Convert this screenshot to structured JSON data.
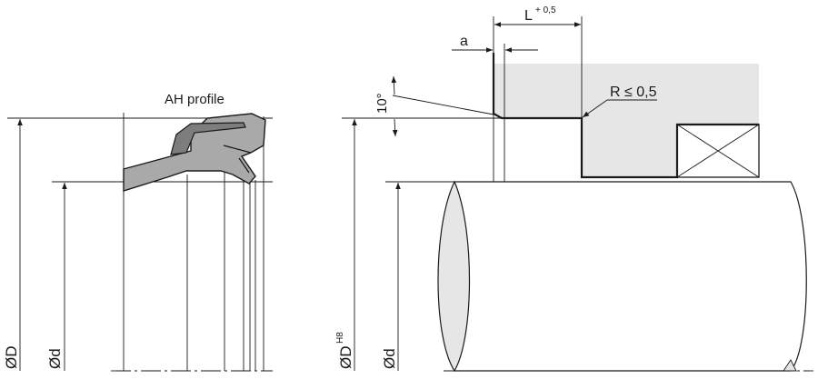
{
  "left_view": {
    "profile_label": "AH profile",
    "dim_outer": "ØD",
    "dim_inner": "Ød"
  },
  "right_view": {
    "dim_L": "L",
    "dim_L_tol": "+ 0,5",
    "dim_a": "a",
    "dim_angle": "10°",
    "dim_radius": "R ≤ 0,5",
    "dim_bore": "ØD",
    "dim_bore_tol": "H8",
    "dim_shaft": "Ød"
  },
  "colors": {
    "seal_fill": "#a9a9a9",
    "housing_fill": "#e6e6e6",
    "line": "#1a1a1a"
  }
}
